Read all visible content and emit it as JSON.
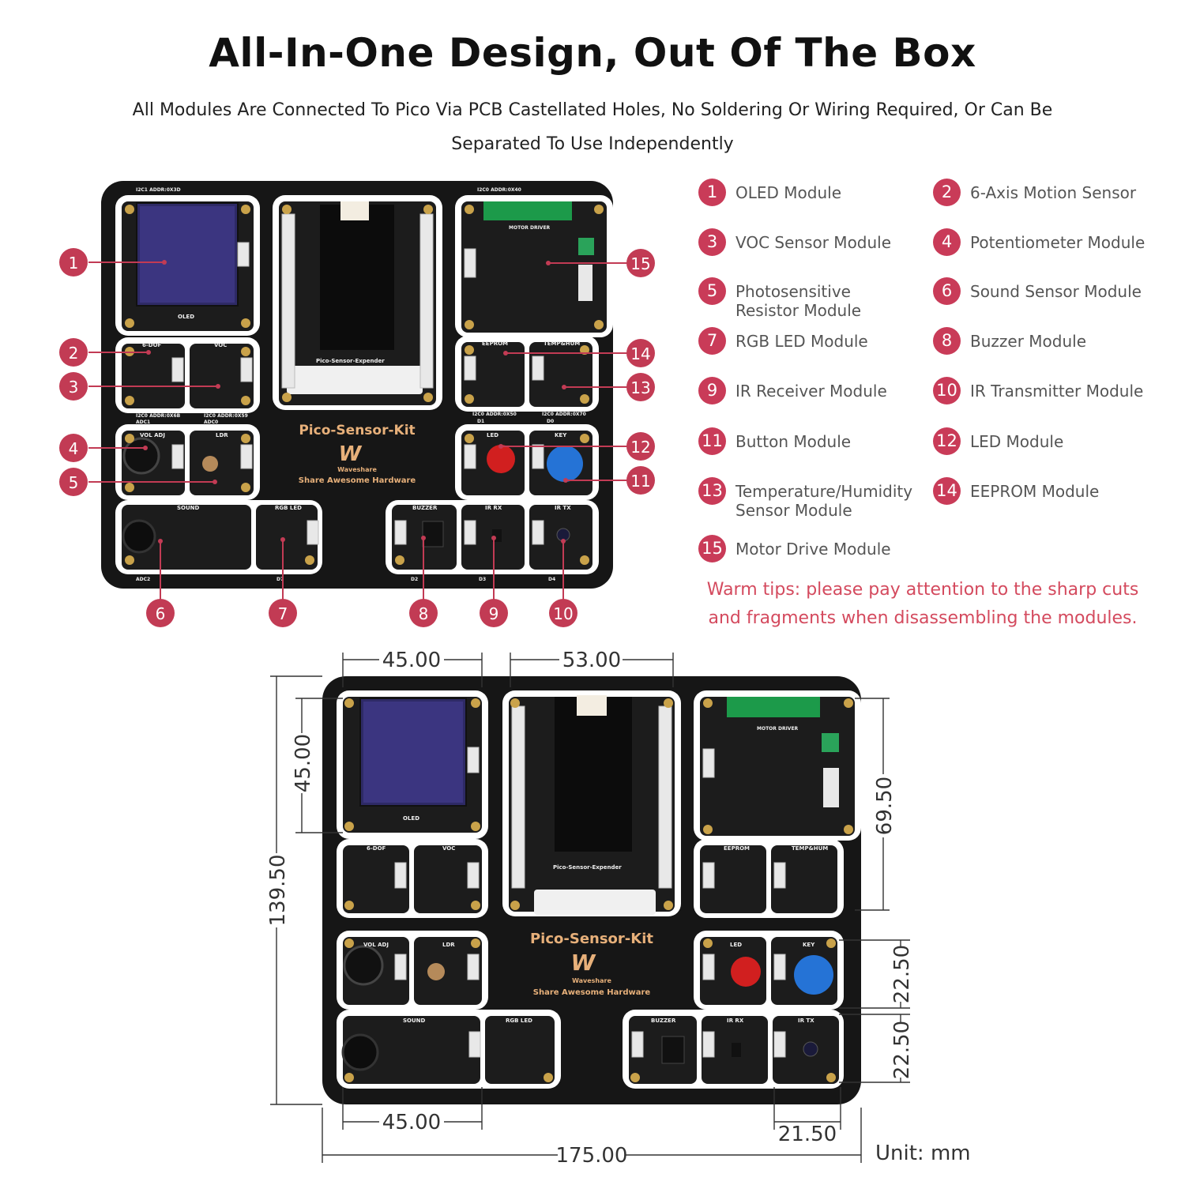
{
  "header": {
    "title": "All-In-One Design, Out Of The Box",
    "subtitle": "All Modules Are Connected To Pico Via PCB Castellated Holes, No Soldering Or Wiring Required, Or Can Be Separated To Use Independently"
  },
  "board": {
    "kit_name": "Pico-Sensor-Kit",
    "brand": "Waveshare",
    "slogan": "Share Awesome Hardware",
    "expander_label": "Pico-Sensor-Expender",
    "module_labels": [
      "OLED",
      "6-DOF",
      "VOC",
      "VOL ADJ",
      "LDR",
      "SOUND",
      "RGB LED",
      "MOTOR DRIVER",
      "EEPROM",
      "TEMP&HUM",
      "LED",
      "KEY",
      "BUZZER",
      "IR RX",
      "IR TX"
    ],
    "addr_labels": [
      "I2C1 ADDR:0X3D",
      "I2C0 ADDR:0X40",
      "I2C0 ADDR:0X6B",
      "I2C0 ADDR:0X59",
      "I2C0 ADDR:0X50",
      "I2C0 ADDR:0X70"
    ],
    "pin_labels": [
      "ADC1",
      "ADC0",
      "ADC2",
      "D7",
      "D2",
      "D3",
      "D4",
      "D1",
      "D0"
    ]
  },
  "callouts": [
    "1",
    "2",
    "3",
    "4",
    "5",
    "6",
    "7",
    "8",
    "9",
    "10",
    "11",
    "12",
    "13",
    "14",
    "15"
  ],
  "legend": [
    {
      "num": "1",
      "label": "OLED Module"
    },
    {
      "num": "2",
      "label": "6-Axis Motion Sensor"
    },
    {
      "num": "3",
      "label": "VOC Sensor Module"
    },
    {
      "num": "4",
      "label": "Potentiometer Module"
    },
    {
      "num": "5",
      "label": "Photosensitive Resistor Module"
    },
    {
      "num": "6",
      "label": "Sound Sensor Module"
    },
    {
      "num": "7",
      "label": "RGB LED Module"
    },
    {
      "num": "8",
      "label": "Buzzer Module"
    },
    {
      "num": "9",
      "label": "IR Receiver Module"
    },
    {
      "num": "10",
      "label": "IR Transmitter Module"
    },
    {
      "num": "11",
      "label": "Button Module"
    },
    {
      "num": "12",
      "label": "LED Module"
    },
    {
      "num": "13",
      "label": "Temperature/Humidity Sensor Module"
    },
    {
      "num": "14",
      "label": "EEPROM Module"
    },
    {
      "num": "15",
      "label": "Motor Drive Module"
    }
  ],
  "warning": "Warm tips: please pay attention to the sharp cuts and fragments when disassembling the modules.",
  "dimensions": {
    "top_left": "45.00",
    "top_mid": "53.00",
    "left_inner": "45.00",
    "left_outer": "139.50",
    "right_upper": "69.50",
    "right_mid": "22.50",
    "right_low": "22.50",
    "bottom_left": "45.00",
    "bottom_right": "21.50",
    "bottom_total": "175.00",
    "unit": "Unit: mm"
  },
  "colors": {
    "accent": "#c93b58",
    "warning": "#d44a5e",
    "pcb": "#161616",
    "kit_text": "#e7b07a"
  }
}
